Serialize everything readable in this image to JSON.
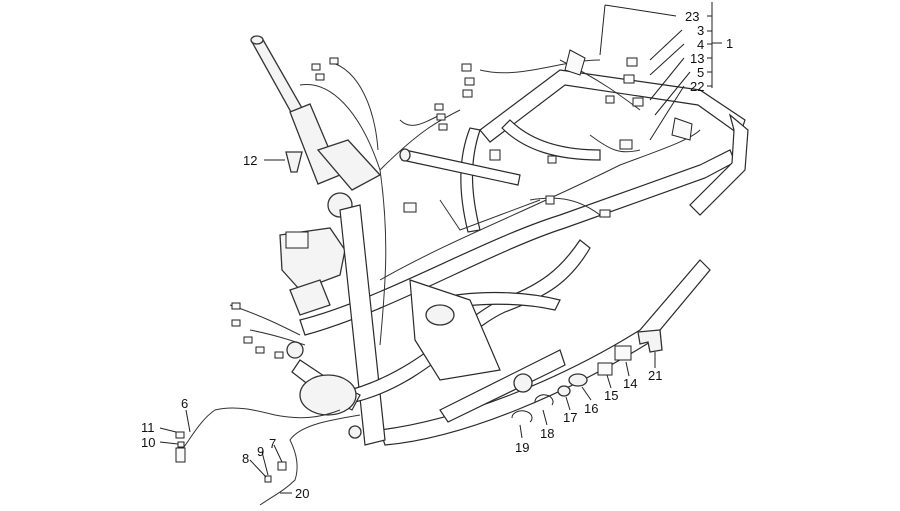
{
  "callouts": {
    "n1": "1",
    "n3": "3",
    "n4": "4",
    "n5": "5",
    "n6": "6",
    "n7": "7",
    "n8": "8",
    "n9": "9",
    "n10": "10",
    "n11": "11",
    "n12": "12",
    "n13": "13",
    "n14": "14",
    "n15": "15",
    "n16": "16",
    "n17": "17",
    "n18": "18",
    "n19": "19",
    "n20": "20",
    "n21": "21",
    "n22": "22",
    "n23": "23"
  }
}
